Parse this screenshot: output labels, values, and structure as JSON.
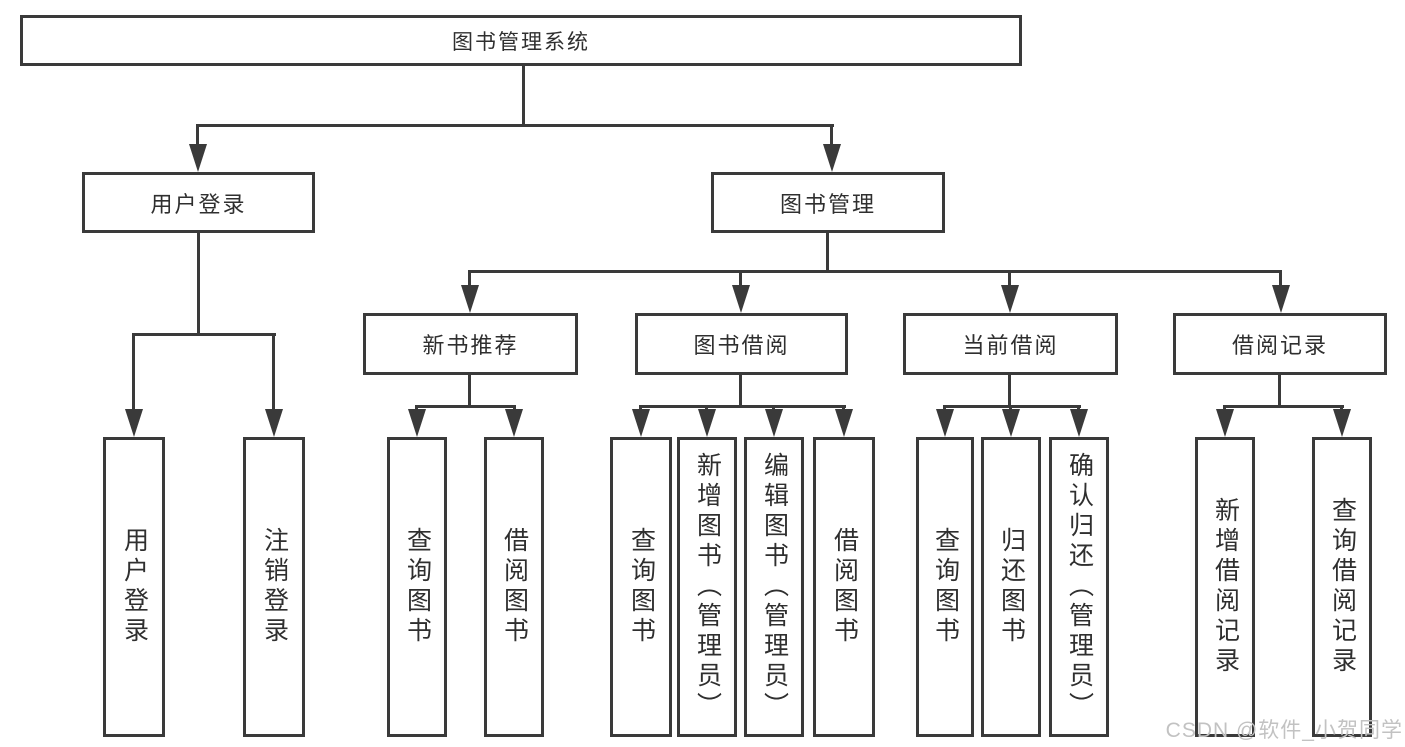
{
  "diagram": {
    "root": {
      "label": "图书管理系统"
    },
    "level2": {
      "user_login": {
        "label": "用户登录"
      },
      "book_mgmt": {
        "label": "图书管理"
      }
    },
    "level3": {
      "new_books": {
        "label": "新书推荐"
      },
      "borrowing": {
        "label": "图书借阅"
      },
      "current": {
        "label": "当前借阅"
      },
      "records": {
        "label": "借阅记录"
      }
    },
    "leaves": {
      "login": [
        "用户登录",
        "注销登录"
      ],
      "new_books": [
        "查询图书",
        "借阅图书"
      ],
      "borrowing": [
        "查询图书",
        "新增图书（管理员）",
        "编辑图书（管理员）",
        "借阅图书"
      ],
      "current": [
        "查询图书",
        "归还图书",
        "确认归还（管理员）"
      ],
      "records": [
        "新增借阅记录",
        "查询借阅记录"
      ]
    }
  },
  "watermark": "CSDN @软件_小贺同学",
  "colors": {
    "line": "#3a3a3a",
    "text": "#2f2f2f",
    "background": "#ffffff",
    "watermark": "#c2c2c2"
  }
}
